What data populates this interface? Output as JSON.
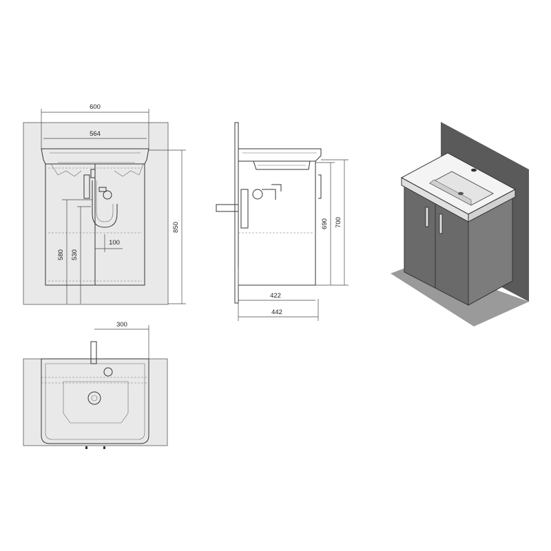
{
  "front_view": {
    "width_overall": "600",
    "width_basin": "564",
    "height_total": "850",
    "height_outlet": "580",
    "height_trap": "530",
    "offset_trap": "100"
  },
  "side_view": {
    "height_basin": "690",
    "height_total": "700",
    "depth_cabinet": "422",
    "depth_overall": "442"
  },
  "top_view": {
    "offset_drain": "300"
  },
  "colors": {
    "line": "#333333",
    "wall_drawing": "#e9e9e9",
    "wall_render": "#5a5a5a",
    "cabinet_render": "#6e6e6e",
    "floor_render": "#9a9a9a",
    "basin_render": "#f4f4f4"
  }
}
